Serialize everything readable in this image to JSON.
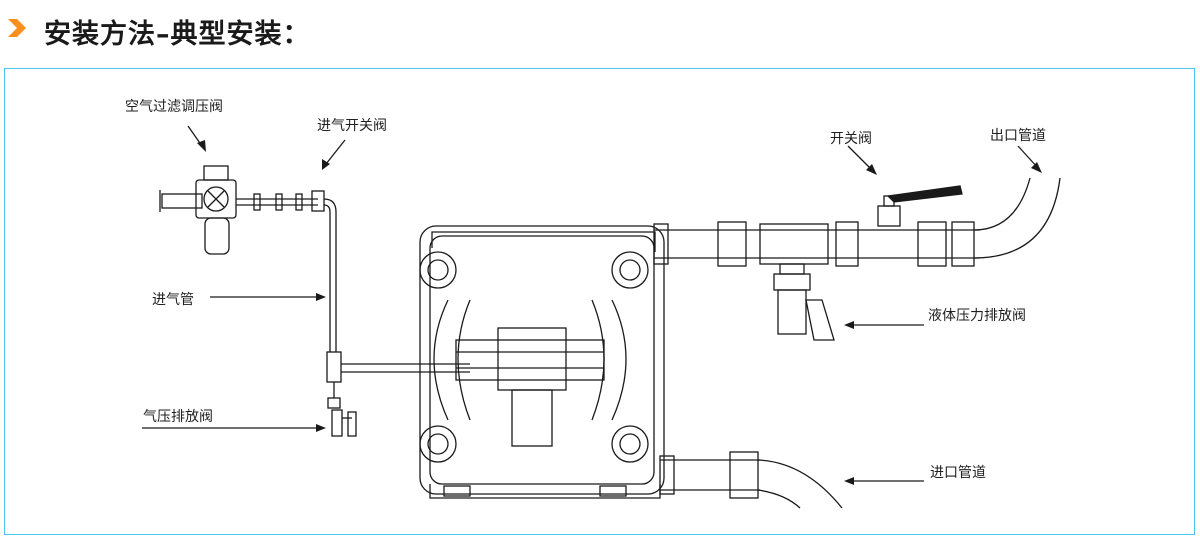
{
  "header": {
    "title": "安装方法–典型安装："
  },
  "labels": {
    "air_filter_regulator": "空气过滤调压阀",
    "air_inlet_valve": "进气开关阀",
    "air_inlet_pipe": "进气管",
    "air_exhaust_valve": "气压排放阀",
    "switch_valve": "开关阀",
    "outlet_pipe": "出口管道",
    "liquid_pressure_relief_valve": "液体压力排放阀",
    "inlet_pipe": "进口管道"
  },
  "colors": {
    "accent_orange": "#f7901e",
    "frame_blue": "#48c6ef",
    "line": "#1a1a1a"
  },
  "icons": {
    "header": "chevron-right-icon"
  }
}
